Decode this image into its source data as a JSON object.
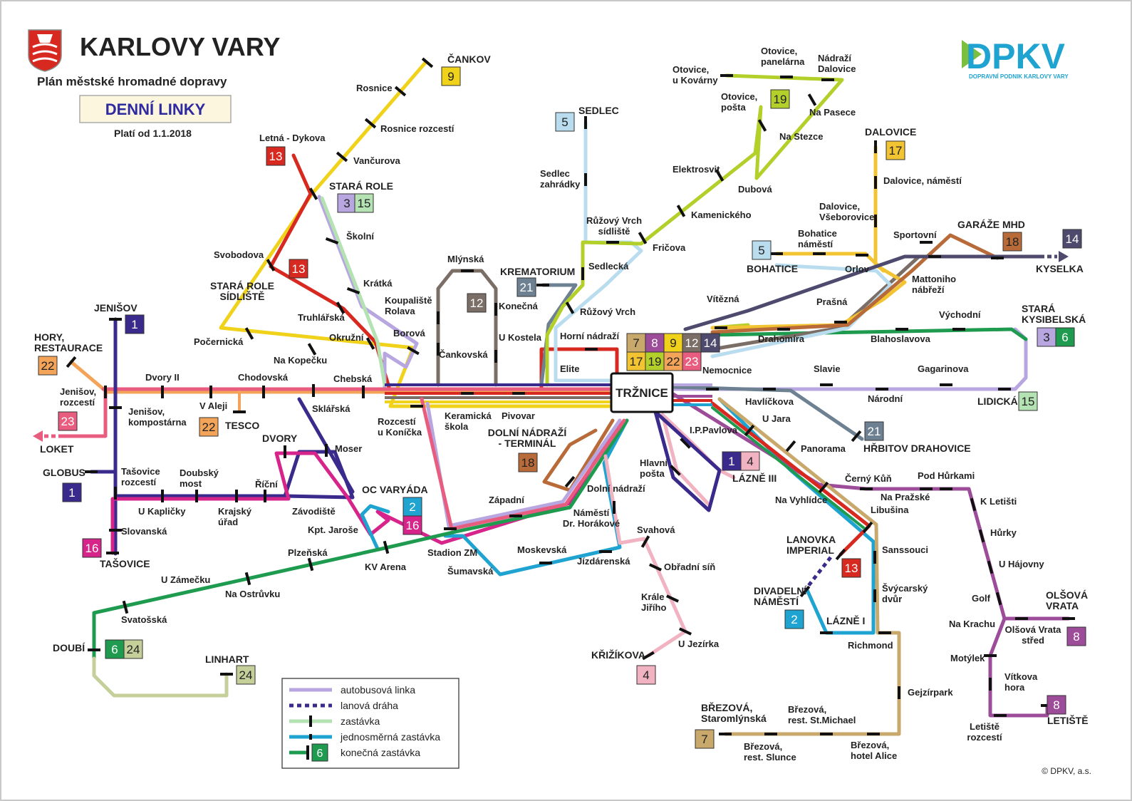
{
  "header": {
    "city": "KARLOVY VARY",
    "subtitle": "Plán městské hromadné dopravy",
    "mode": "DENNÍ LINKY",
    "valid": "Platí od 1.1.2018"
  },
  "logo": {
    "text": "DPKV",
    "tagline": "DOPRAVNÍ PODNIK KARLOVY VARY",
    "icon": "dpkv-logo-icon"
  },
  "coat_of_arms": {
    "icon": "karlovy-vary-coat-of-arms-icon"
  },
  "hub": "TRŽNICE",
  "colors": {
    "l1": "#3a2a8c",
    "l2": "#1fa3d0",
    "l3": "#b7a6e0",
    "l4": "#f1b3c1",
    "l5": "#b9dcee",
    "l6": "#1e9b4f",
    "l7": "#c9a96b",
    "l8": "#9c4c99",
    "l9": "#f0d21b",
    "l12": "#7b6e66",
    "l13": "#d7291f",
    "l14": "#4e4a6e",
    "l15": "#b4e2b3",
    "l16": "#d6248b",
    "l17": "#f2c431",
    "l18": "#b86b39",
    "l19": "#b3cf2a",
    "l21": "#6e8192",
    "l22": "#f3a458",
    "l23": "#e85c7f",
    "l24": "#c4cf9a"
  },
  "stops": [
    "ČANKOV",
    "Rosnice",
    "Rosnice rozcestí",
    "Vančurova",
    "Letná - Dykova",
    "STARÁ ROLE",
    "Školní",
    "Krátká",
    "Svobodova",
    "STARÁ ROLE SÍDLIŠTĚ",
    "Truhlářská",
    "Okružní",
    "Borová",
    "Počernická",
    "Na Kopečku",
    "Chebská",
    "JENIŠOV",
    "HORY, RESTAURACE",
    "Jenišov, rozcestí",
    "LOKET",
    "Dvory II",
    "Chodovská",
    "V Aleji",
    "TESCO",
    "Jenišov, kompostárna",
    "Sklářská",
    "Moser",
    "DVORY",
    "GLOBUS",
    "Tašovice rozcestí",
    "Doubský most",
    "Říční",
    "U Kapličky",
    "Krajský úřad",
    "Závodiště",
    "Slovanská",
    "TAŠOVICE",
    "Kpt. Jaroše",
    "OC VARYÁDA",
    "KV Arena",
    "Plzeňská",
    "U Zámečku",
    "Na Ostrůvku",
    "Svatošská",
    "DOUBÍ",
    "LINHART",
    "Rozcestí u Koníčka",
    "Keramická škola",
    "Pivovar",
    "Mlýnská",
    "Koupaliště Rolava",
    "Čankovská",
    "Konečná",
    "U Kostela",
    "KREMATORIUM",
    "SEDLEC",
    "Sedlec zahrádky",
    "Růžový Vrch sídliště",
    "Sedlecká",
    "Růžový Vrch",
    "Horní nádraží",
    "Elite",
    "Fričova",
    "Kamenického",
    "Elektrosvit",
    "Dubová",
    "Na Stezce",
    "Na Pasece",
    "Otovice, pošta",
    "Otovice, u Kovárny",
    "Otovice, panelárna",
    "Nádraží Dalovice",
    "DALOVICE",
    "Dalovice, náměstí",
    "Dalovice, Všeborovice",
    "Bohatice náměstí",
    "BOHATICE",
    "Orlov",
    "Sportovní",
    "GARÁŽE MHD",
    "KYSELKA",
    "Mattoniho nábřeží",
    "Prašná",
    "Vítězná",
    "Drahomíra",
    "Blahoslavova",
    "Východní",
    "STARÁ KYSIBELSKÁ",
    "Nemocnice",
    "Slavie",
    "Gagarinova",
    "Národní",
    "LIDICKÁ",
    "Havlíčkova",
    "U Jara",
    "Panorama",
    "HŘBITOV DRAHOVICE",
    "I.P.Pavlova",
    "Hlavní pošta",
    "LÁZNĚ III",
    "Černý Kůň",
    "Na Vyhlídce",
    "Na Pražské",
    "Libušina",
    "Pod Hůrkami",
    "K Letišti",
    "Hůrky",
    "U Hájovny",
    "Golf",
    "Na Krachu",
    "OLŠOVÁ VRATA",
    "Olšová Vrata střed",
    "Motýlek",
    "Vítkova hora",
    "Letiště rozcestí",
    "LETIŠTĚ",
    "LANOVKA IMPERIAL",
    "DIVADELNÍ NÁMĚSTÍ",
    "LÁZNĚ I",
    "Sanssouci",
    "Švýcarský dvůr",
    "Richmond",
    "Gejzírpark",
    "BŘEZOVÁ, Staromlýnská",
    "Březová, rest. Slunce",
    "Březová, rest. St.Michael",
    "Březová, hotel Alice",
    "DOLNÍ NÁDRAŽÍ - TERMINÁL",
    "Dolní nádraží",
    "Západní",
    "Náměstí Dr. Horákové",
    "Stadion ZM",
    "Moskevská",
    "Jízdárenská",
    "Šumavská",
    "Svahová",
    "Obřadní síň",
    "Krále Jiřího",
    "U Jezírka",
    "KŘIŽÍKOVA"
  ],
  "legend": [
    {
      "label": "autobusová linka",
      "style": "bus"
    },
    {
      "label": "lanová dráha",
      "style": "cable"
    },
    {
      "label": "zastávka",
      "style": "stop"
    },
    {
      "label": "jednosměrná zastávka",
      "style": "oneway"
    },
    {
      "label": "konečná zastávka",
      "style": "terminal",
      "badge": "6"
    }
  ],
  "copyright": "© DPKV, a.s."
}
